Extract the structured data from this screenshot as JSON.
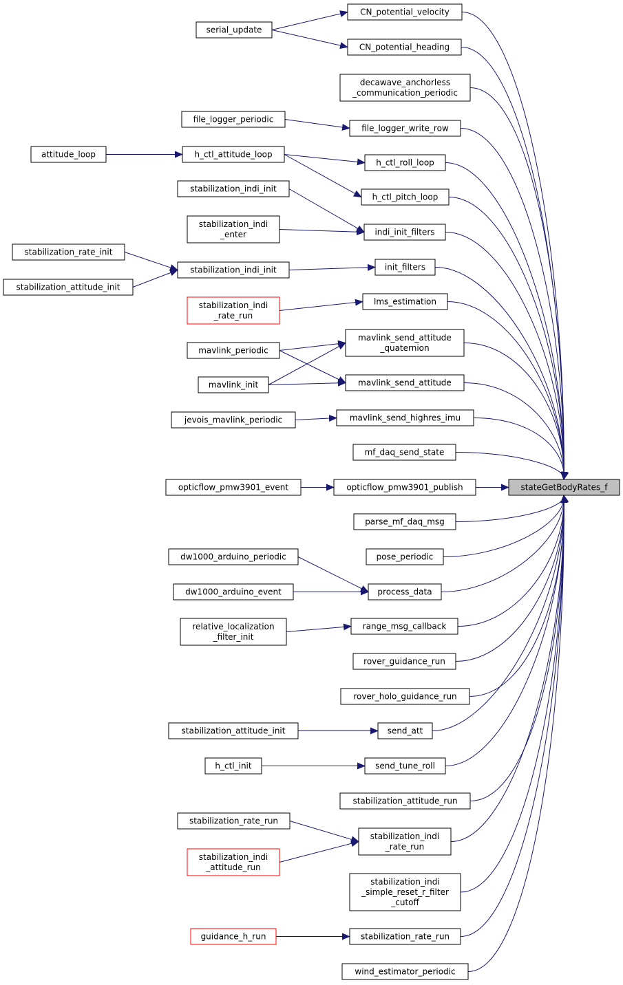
{
  "graph": {
    "type": "caller-graph",
    "colors": {
      "edge": "#191970",
      "node_border": "#000000",
      "truncated_border": "#ff0000",
      "root_fill": "#bfbfbf"
    },
    "nodes": [
      {
        "id": "root",
        "label": [
          "stateGetBodyRates_f"
        ],
        "style": "root"
      },
      {
        "id": "cn_vel",
        "label": [
          "CN_potential_velocity"
        ]
      },
      {
        "id": "cn_head",
        "label": [
          "CN_potential_heading"
        ]
      },
      {
        "id": "serial_update",
        "label": [
          "serial_update"
        ]
      },
      {
        "id": "decawave",
        "label": [
          "decawave_anchorless",
          "_communication_periodic"
        ]
      },
      {
        "id": "flog_write",
        "label": [
          "file_logger_write_row"
        ]
      },
      {
        "id": "flog_periodic",
        "label": [
          "file_logger_periodic"
        ]
      },
      {
        "id": "roll_loop",
        "label": [
          "h_ctl_roll_loop"
        ]
      },
      {
        "id": "att_loop",
        "label": [
          "h_ctl_attitude_loop"
        ]
      },
      {
        "id": "attitude_loop",
        "label": [
          "attitude_loop"
        ]
      },
      {
        "id": "pitch_loop",
        "label": [
          "h_ctl_pitch_loop"
        ]
      },
      {
        "id": "indi_init_filters",
        "label": [
          "indi_init_filters"
        ]
      },
      {
        "id": "stab_indi_init_a",
        "label": [
          "stabilization_indi_init"
        ]
      },
      {
        "id": "stab_indi_enter",
        "label": [
          "stabilization_indi",
          "_enter"
        ]
      },
      {
        "id": "init_filters",
        "label": [
          "init_filters"
        ]
      },
      {
        "id": "stab_indi_init_b",
        "label": [
          "stabilization_indi_init"
        ]
      },
      {
        "id": "stab_rate_init",
        "label": [
          "stabilization_rate_init"
        ]
      },
      {
        "id": "stab_att_init_a",
        "label": [
          "stabilization_attitude_init"
        ]
      },
      {
        "id": "lms",
        "label": [
          "lms_estimation"
        ]
      },
      {
        "id": "stab_indi_rate_run_a",
        "label": [
          "stabilization_indi",
          "_rate_run"
        ],
        "style": "truncated"
      },
      {
        "id": "mav_att_q",
        "label": [
          "mavlink_send_attitude",
          "_quaternion"
        ]
      },
      {
        "id": "mav_periodic",
        "label": [
          "mavlink_periodic"
        ]
      },
      {
        "id": "mav_init",
        "label": [
          "mavlink_init"
        ]
      },
      {
        "id": "mav_att",
        "label": [
          "mavlink_send_attitude"
        ]
      },
      {
        "id": "mav_hires",
        "label": [
          "mavlink_send_highres_imu"
        ]
      },
      {
        "id": "jevois",
        "label": [
          "jevois_mavlink_periodic"
        ]
      },
      {
        "id": "mf_daq",
        "label": [
          "mf_daq_send_state"
        ]
      },
      {
        "id": "of_publish",
        "label": [
          "opticflow_pmw3901_publish"
        ]
      },
      {
        "id": "of_event",
        "label": [
          "opticflow_pmw3901_event"
        ]
      },
      {
        "id": "parse_mf",
        "label": [
          "parse_mf_daq_msg"
        ]
      },
      {
        "id": "pose",
        "label": [
          "pose_periodic"
        ]
      },
      {
        "id": "process_data",
        "label": [
          "process_data"
        ]
      },
      {
        "id": "dw_periodic",
        "label": [
          "dw1000_arduino_periodic"
        ]
      },
      {
        "id": "dw_event",
        "label": [
          "dw1000_arduino_event"
        ]
      },
      {
        "id": "range_cb",
        "label": [
          "range_msg_callback"
        ]
      },
      {
        "id": "rel_loc",
        "label": [
          "relative_localization",
          "_filter_init"
        ]
      },
      {
        "id": "rover",
        "label": [
          "rover_guidance_run"
        ]
      },
      {
        "id": "rover_holo",
        "label": [
          "rover_holo_guidance_run"
        ]
      },
      {
        "id": "send_att",
        "label": [
          "send_att"
        ]
      },
      {
        "id": "stab_att_init_b",
        "label": [
          "stabilization_attitude_init"
        ]
      },
      {
        "id": "send_tune",
        "label": [
          "send_tune_roll"
        ]
      },
      {
        "id": "hctl_init",
        "label": [
          "h_ctl_init"
        ]
      },
      {
        "id": "stab_att_run",
        "label": [
          "stabilization_attitude_run"
        ]
      },
      {
        "id": "stab_indi_rate_run_b",
        "label": [
          "stabilization_indi",
          "_rate_run"
        ]
      },
      {
        "id": "stab_rate_run_a",
        "label": [
          "stabilization_rate_run"
        ]
      },
      {
        "id": "stab_indi_att_run",
        "label": [
          "stabilization_indi",
          "_attitude_run"
        ],
        "style": "truncated"
      },
      {
        "id": "reset_filter",
        "label": [
          "stabilization_indi",
          "_simple_reset_r_filter",
          "_cutoff"
        ]
      },
      {
        "id": "stab_rate_run_b",
        "label": [
          "stabilization_rate_run"
        ]
      },
      {
        "id": "guidance",
        "label": [
          "guidance_h_run"
        ],
        "style": "truncated"
      },
      {
        "id": "wind",
        "label": [
          "wind_estimator_periodic"
        ]
      }
    ],
    "edges": [
      [
        "cn_vel",
        "root"
      ],
      [
        "cn_head",
        "root"
      ],
      [
        "decawave",
        "root"
      ],
      [
        "flog_write",
        "root"
      ],
      [
        "roll_loop",
        "root"
      ],
      [
        "pitch_loop",
        "root"
      ],
      [
        "indi_init_filters",
        "root"
      ],
      [
        "init_filters",
        "root"
      ],
      [
        "lms",
        "root"
      ],
      [
        "mav_att_q",
        "root"
      ],
      [
        "mav_att",
        "root"
      ],
      [
        "mav_hires",
        "root"
      ],
      [
        "mf_daq",
        "root"
      ],
      [
        "of_publish",
        "root"
      ],
      [
        "parse_mf",
        "root"
      ],
      [
        "pose",
        "root"
      ],
      [
        "process_data",
        "root"
      ],
      [
        "range_cb",
        "root"
      ],
      [
        "rover",
        "root"
      ],
      [
        "rover_holo",
        "root"
      ],
      [
        "send_att",
        "root"
      ],
      [
        "send_tune",
        "root"
      ],
      [
        "stab_att_run",
        "root"
      ],
      [
        "stab_indi_rate_run_b",
        "root"
      ],
      [
        "reset_filter",
        "root"
      ],
      [
        "stab_rate_run_b",
        "root"
      ],
      [
        "wind",
        "root"
      ],
      [
        "serial_update",
        "cn_vel"
      ],
      [
        "serial_update",
        "cn_head"
      ],
      [
        "flog_periodic",
        "flog_write"
      ],
      [
        "attitude_loop",
        "att_loop"
      ],
      [
        "att_loop",
        "roll_loop"
      ],
      [
        "att_loop",
        "pitch_loop"
      ],
      [
        "stab_indi_init_a",
        "indi_init_filters"
      ],
      [
        "stab_indi_enter",
        "indi_init_filters"
      ],
      [
        "stab_rate_init",
        "stab_indi_init_b"
      ],
      [
        "stab_att_init_a",
        "stab_indi_init_b"
      ],
      [
        "stab_indi_init_b",
        "init_filters"
      ],
      [
        "stab_indi_rate_run_a",
        "lms"
      ],
      [
        "mav_periodic",
        "mav_att_q"
      ],
      [
        "mav_init",
        "mav_att_q"
      ],
      [
        "mav_periodic",
        "mav_att"
      ],
      [
        "mav_init",
        "mav_att"
      ],
      [
        "jevois",
        "mav_hires"
      ],
      [
        "of_event",
        "of_publish"
      ],
      [
        "dw_periodic",
        "process_data"
      ],
      [
        "dw_event",
        "process_data"
      ],
      [
        "rel_loc",
        "range_cb"
      ],
      [
        "stab_att_init_b",
        "send_att"
      ],
      [
        "hctl_init",
        "send_tune"
      ],
      [
        "stab_rate_run_a",
        "stab_indi_rate_run_b"
      ],
      [
        "stab_indi_att_run",
        "stab_indi_rate_run_b"
      ],
      [
        "guidance",
        "stab_rate_run_b"
      ]
    ]
  }
}
